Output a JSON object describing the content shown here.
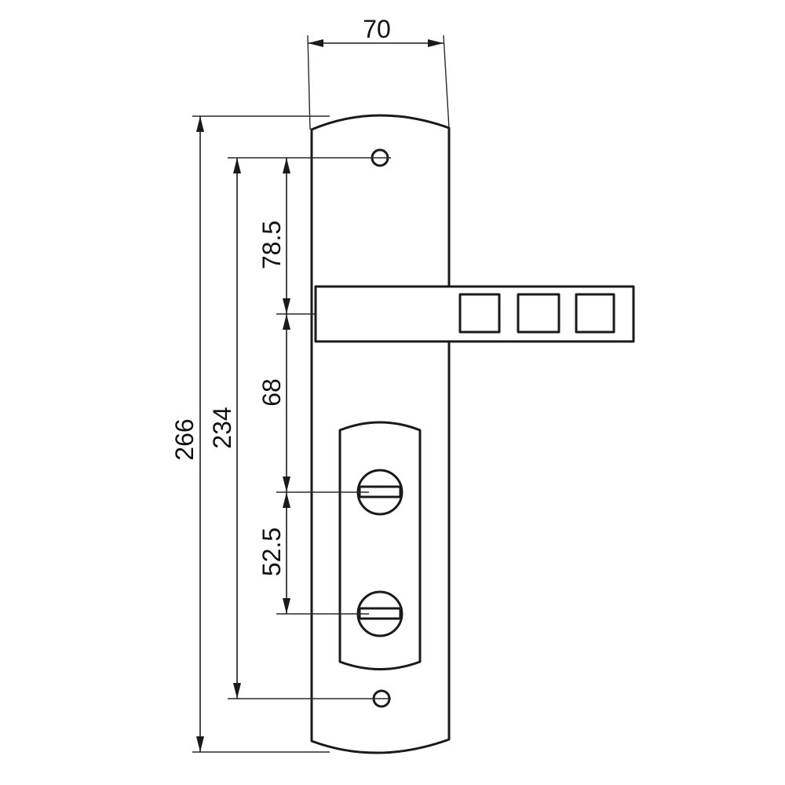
{
  "drawing": {
    "subject": "lever door handle on backplate",
    "dimension_unit": "mm",
    "dimensions": {
      "plate_width": "70",
      "overall_height": "266",
      "fixing_hole_spacing": "234",
      "top_hole_to_lever": "78.5",
      "lever_to_upper_turn": "68",
      "turn_to_turn": "52.5"
    },
    "colors": {
      "line": "#1a1a1a",
      "background": "#ffffff"
    }
  }
}
